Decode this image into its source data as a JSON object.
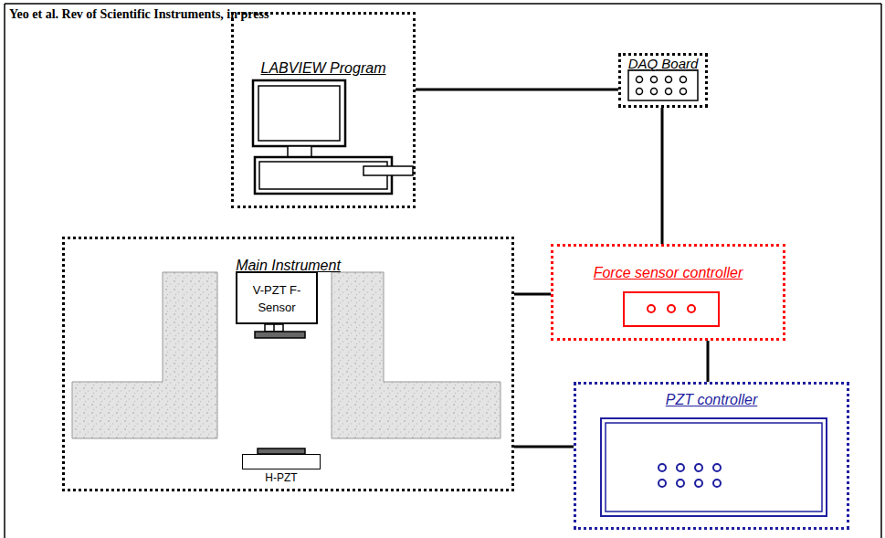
{
  "diagram": {
    "title": "Yeo et al. Rev of Scientific Instruments, in press",
    "nodes": [
      {
        "text": [
          "LABVIEW Program"
        ]
      },
      {
        "text": [
          "DAQ Board"
        ]
      },
      {
        "text": [
          "Main Instrument"
        ]
      },
      {
        "text": [
          "V-PZT F-Sensor"
        ],
        "in": 2
      },
      {
        "text": [
          "H-PZT"
        ],
        "in": 2
      },
      {
        "text": [
          "Force sensor controller"
        ]
      },
      {
        "text": [
          "PZT controller"
        ]
      }
    ],
    "edges": [
      {
        "from": 0,
        "to": 1,
        "arrow": "none"
      },
      {
        "from": 1,
        "to": 5,
        "arrow": "none"
      },
      {
        "from": 2,
        "to": 5,
        "arrow": "none"
      },
      {
        "from": 5,
        "to": 6,
        "arrow": "none"
      },
      {
        "from": 2,
        "to": 6,
        "arrow": "none"
      }
    ]
  }
}
